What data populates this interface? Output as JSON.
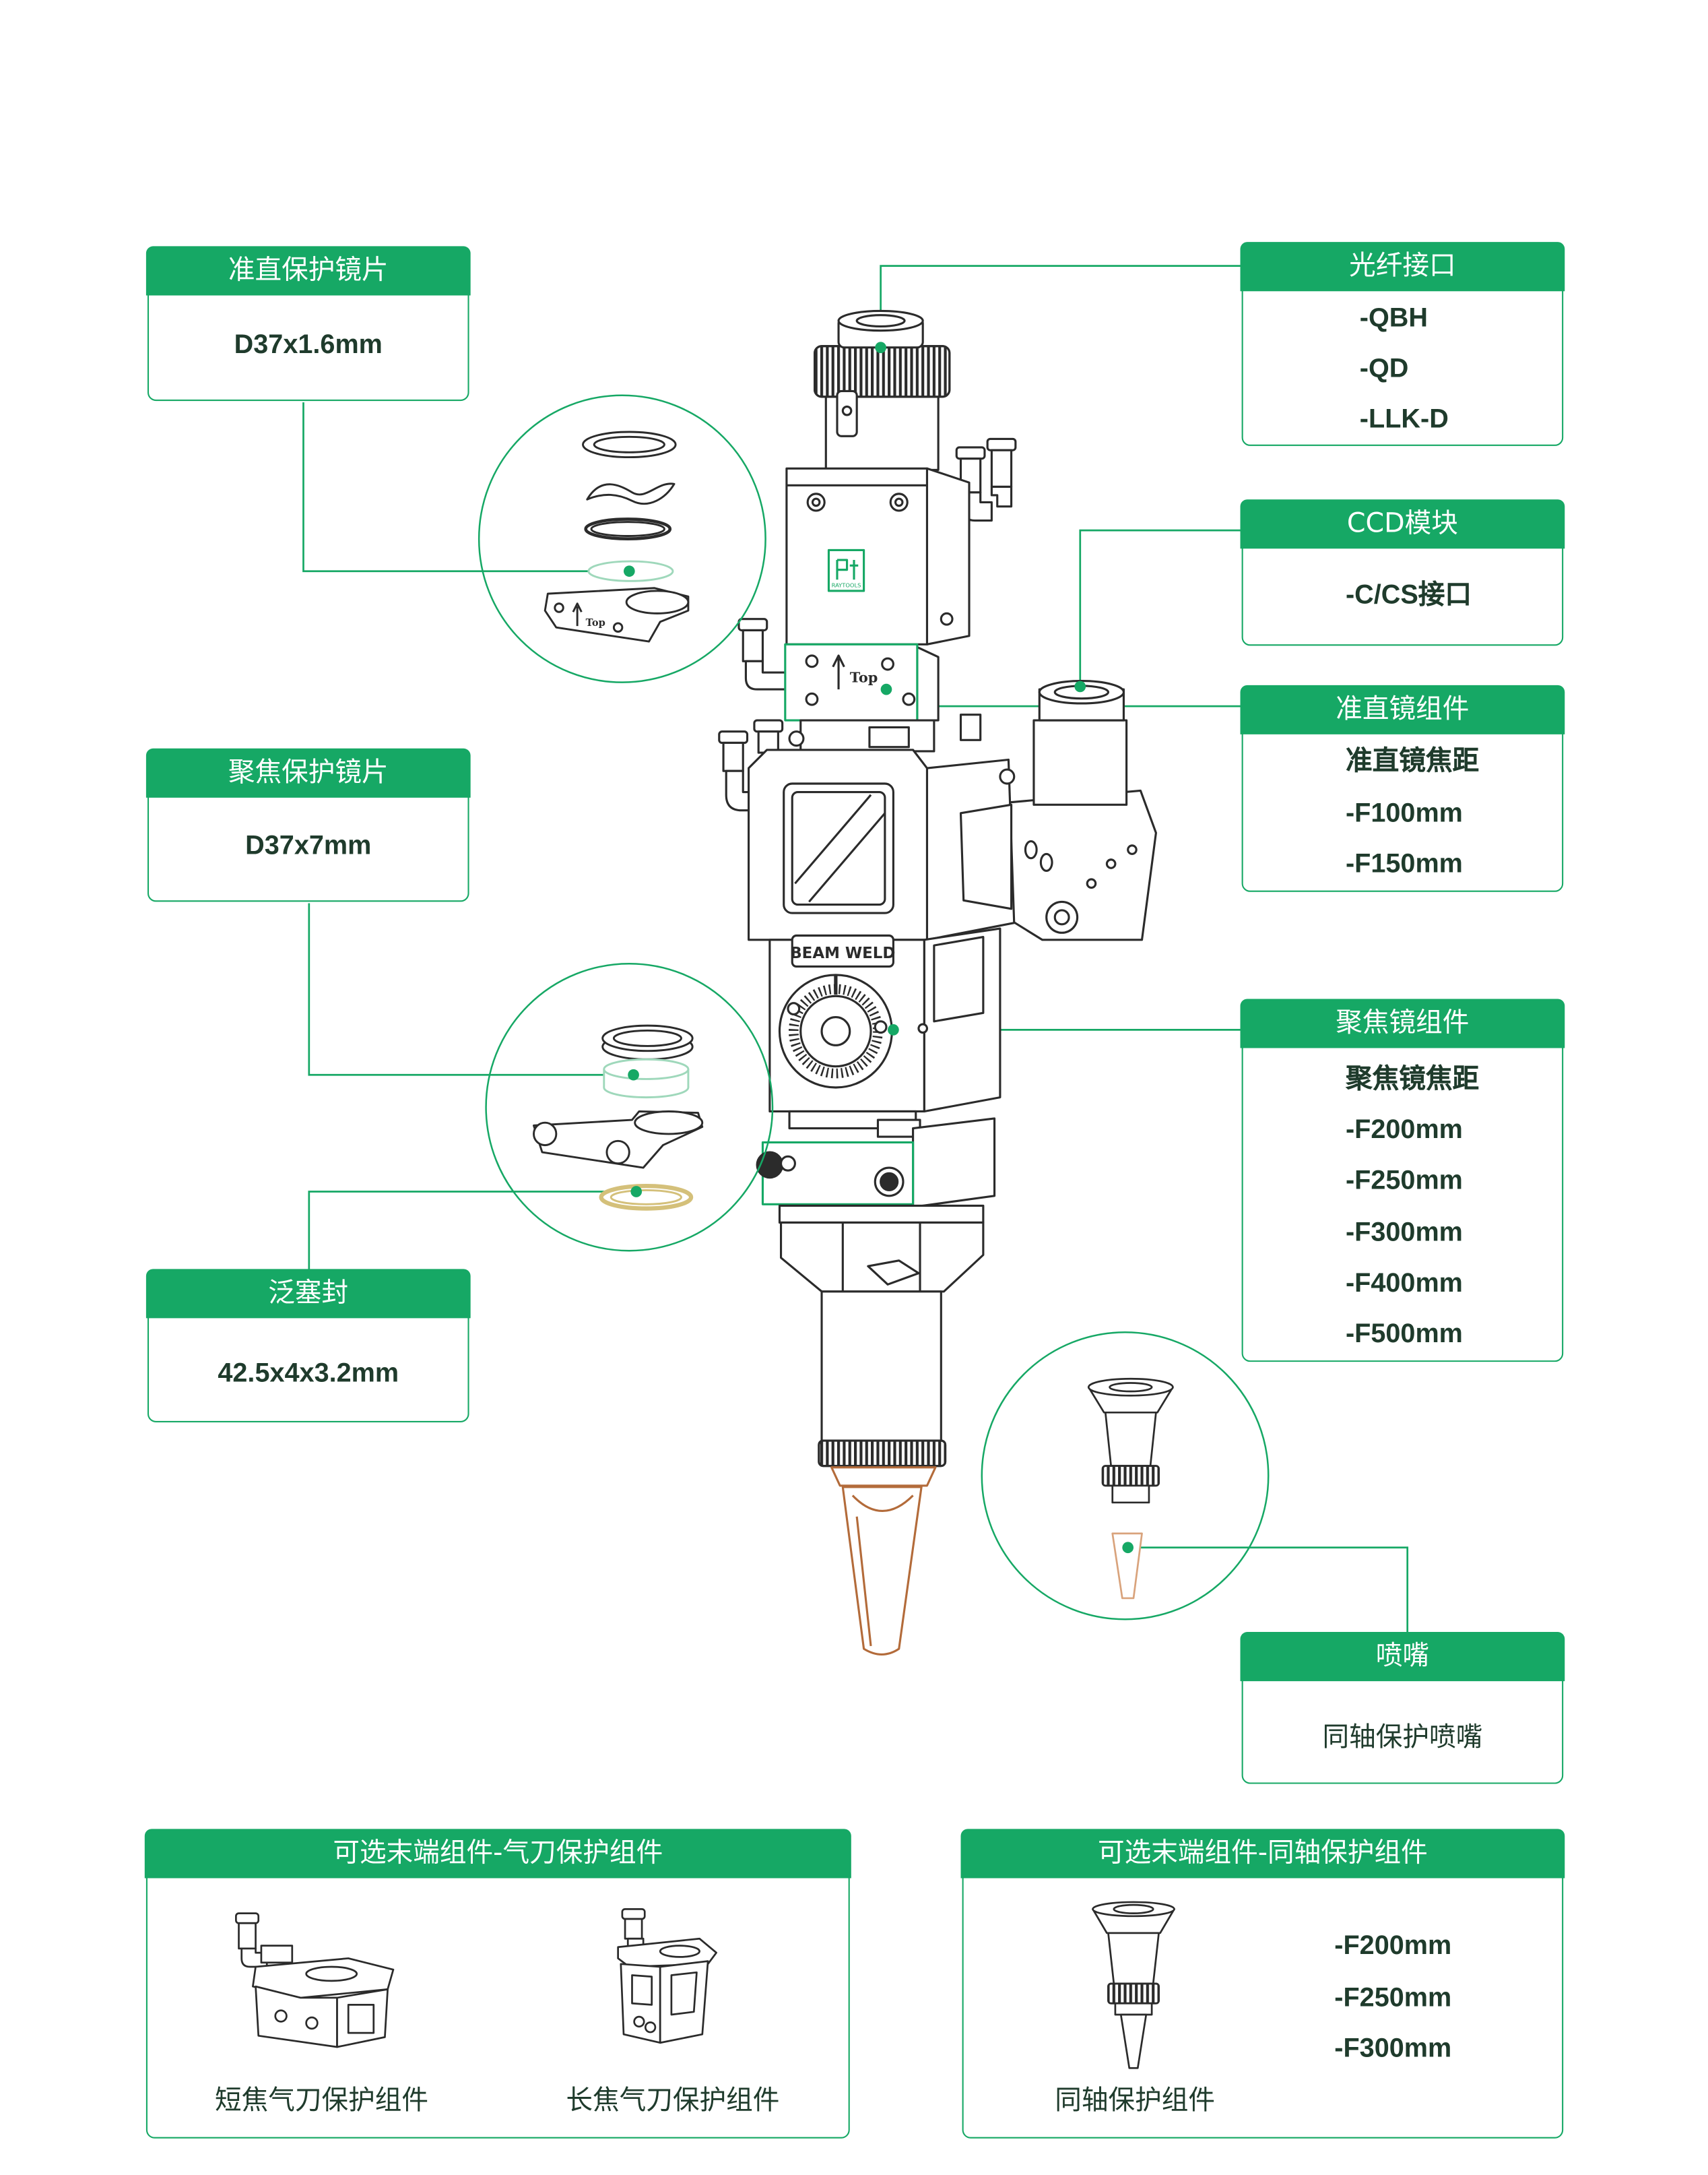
{
  "colors": {
    "accent": "#16a865",
    "text": "#1f3b2c",
    "line": "#2b2b2b",
    "nozzle": "#b36b3a",
    "seal": "#d4c07a",
    "lens": "#9fd8bb"
  },
  "callouts": {
    "collimator_protective_lens": {
      "title": "准直保护镜片",
      "items": [
        "D37x1.6mm"
      ]
    },
    "fiber_interface": {
      "title": "光纤接口",
      "items": [
        "-QBH",
        "-QD",
        "-LLK-D"
      ]
    },
    "ccd_module": {
      "title": "CCD模块",
      "items": [
        "-C/CS接口"
      ]
    },
    "collimator_lens_assembly": {
      "title": "准直镜组件",
      "items": [
        "准直镜焦距",
        "-F100mm",
        "-F150mm"
      ]
    },
    "focus_protective_lens": {
      "title": "聚焦保护镜片",
      "items": [
        "D37x7mm"
      ]
    },
    "focus_lens_assembly": {
      "title": "聚焦镜组件",
      "items": [
        "聚焦镜焦距",
        "-F200mm",
        "-F250mm",
        "-F300mm",
        "-F400mm",
        "-F500mm"
      ]
    },
    "spring_seal": {
      "title": "泛塞封",
      "items": [
        "42.5x4x3.2mm"
      ]
    },
    "nozzle": {
      "title": "喷嘴",
      "items": [
        "同轴保护喷嘴"
      ]
    }
  },
  "optional_panels": {
    "air_knife": {
      "title": "可选末端组件-气刀保护组件",
      "items": [
        "短焦气刀保护组件",
        "长焦气刀保护组件"
      ]
    },
    "coaxial": {
      "title": "可选末端组件-同轴保护组件",
      "item_label": "同轴保护组件",
      "focal_lengths": [
        "-F200mm",
        "-F250mm",
        "-F300mm"
      ]
    }
  },
  "drawing_text": {
    "top_mark": "Top",
    "inset_top_mark": "Top",
    "brand_plate": "BEAM WELD",
    "logo": "RAYTOOLS"
  }
}
